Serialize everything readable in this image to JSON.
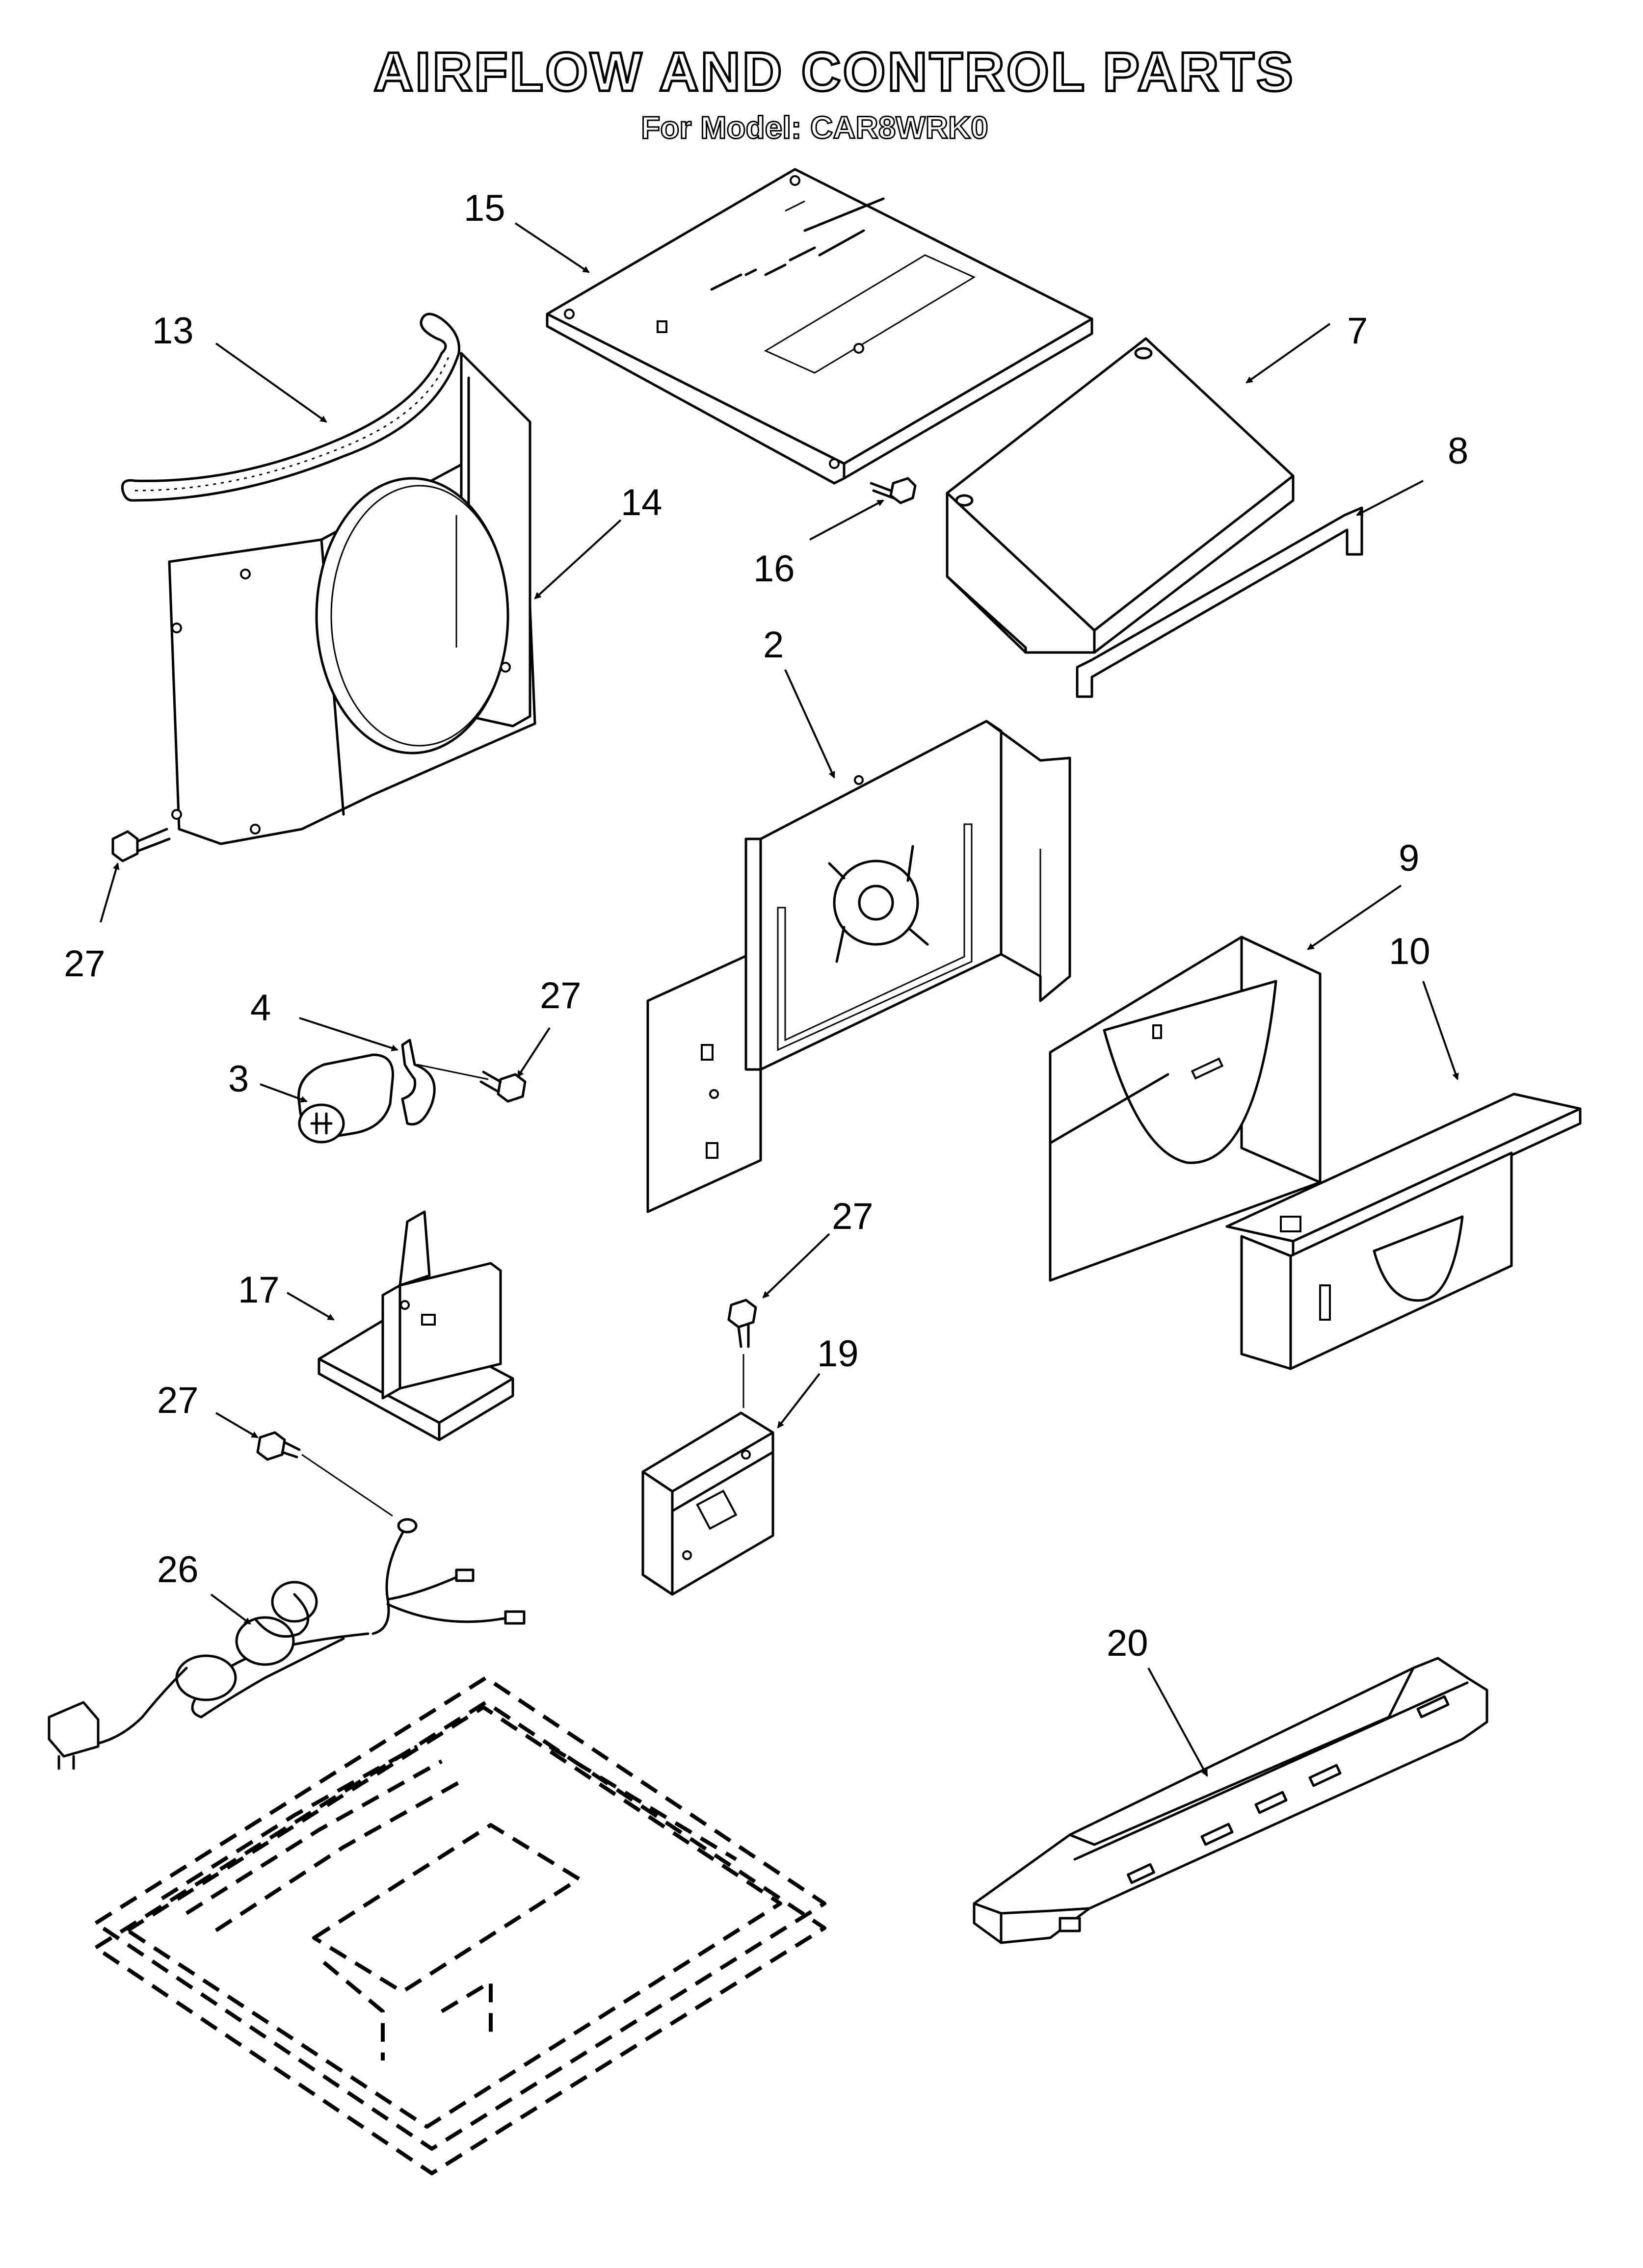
{
  "header": {
    "title": "AIRFLOW AND CONTROL PARTS",
    "subtitle": "For Model: CAR8WRK0"
  },
  "callouts": [
    {
      "id": "c15",
      "label": "15"
    },
    {
      "id": "c13",
      "label": "13"
    },
    {
      "id": "c7",
      "label": "7"
    },
    {
      "id": "c8",
      "label": "8"
    },
    {
      "id": "c14",
      "label": "14"
    },
    {
      "id": "c16",
      "label": "16"
    },
    {
      "id": "c2",
      "label": "2"
    },
    {
      "id": "c27a",
      "label": "27"
    },
    {
      "id": "c9",
      "label": "9"
    },
    {
      "id": "c10",
      "label": "10"
    },
    {
      "id": "c4",
      "label": "4"
    },
    {
      "id": "c27b",
      "label": "27"
    },
    {
      "id": "c3",
      "label": "3"
    },
    {
      "id": "c27c",
      "label": "27"
    },
    {
      "id": "c17",
      "label": "17"
    },
    {
      "id": "c19",
      "label": "19"
    },
    {
      "id": "c27d",
      "label": "27"
    },
    {
      "id": "c26",
      "label": "26"
    },
    {
      "id": "c20",
      "label": "20"
    }
  ]
}
